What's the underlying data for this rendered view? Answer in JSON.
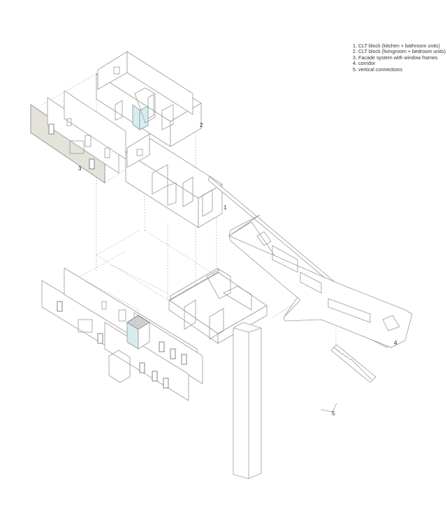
{
  "legend": {
    "items": [
      "1. CLT block (kitchen + bathroom units)",
      "2. CLT block (livingroom + bedroom units)",
      "3. Facade system with window frames",
      "4. corridor",
      "5. vertical connections"
    ]
  },
  "labels": {
    "block1": "1",
    "block2": "2",
    "facade": "3",
    "corridor": "4",
    "vertical": "5"
  },
  "colors": {
    "line": "#9a9a9a",
    "facade_fill": "#e4e3da",
    "glass_fill": "#d8ecee",
    "background": "#ffffff"
  }
}
